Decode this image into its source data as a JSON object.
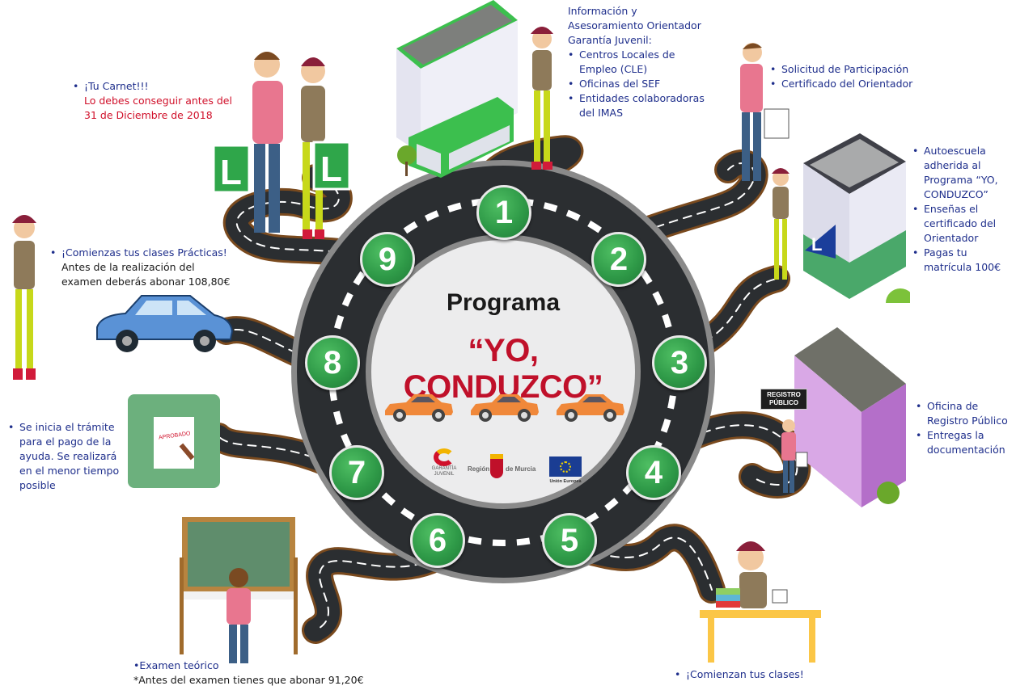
{
  "program": {
    "title_line1": "Programa",
    "title_line2": "“YO, CONDUZCO”"
  },
  "steps": [
    {
      "number": "1"
    },
    {
      "number": "2"
    },
    {
      "number": "3"
    },
    {
      "number": "4"
    },
    {
      "number": "5"
    },
    {
      "number": "6"
    },
    {
      "number": "7"
    },
    {
      "number": "8"
    },
    {
      "number": "9"
    }
  ],
  "step1": {
    "heading_lines": [
      "Información y",
      "Asesoramiento Orientador",
      "Garantía Juvenil:"
    ],
    "items": [
      "Centros Locales de Empleo (CLE)",
      "Oficinas del SEF",
      "Entidades colaboradoras del IMAS"
    ]
  },
  "step2": {
    "items": [
      "Solicitud de Participación",
      "Certificado del Orientador"
    ]
  },
  "step3": {
    "items": [
      "Autoescuela adherida al Programa “YO, CONDUZCO”",
      "Enseñas el certificado del Orientador",
      "Pagas tu matrícula 100€"
    ]
  },
  "step4": {
    "items": [
      "Oficina de Registro Público",
      "Entregas la documentación"
    ],
    "sign": "REGISTRO PÚBLICO"
  },
  "step5": {
    "items": [
      "¡Comienzan tus clases!"
    ]
  },
  "step6": {
    "bullet": "•Examen teórico",
    "note": "*Antes del examen tienes que abonar 91,20€"
  },
  "step7": {
    "items": [
      "Se inicia el trámite para el pago de la ayuda. Se realizará en el menor tiempo posible"
    ],
    "stamp_text": "APROBADO"
  },
  "step8": {
    "items": [
      "¡Comienzas tus clases Prácticas!"
    ],
    "note": "Antes de la realización del examen deberás abonar 108,80€"
  },
  "step9": {
    "items": [
      "¡Tu Carnet!!!"
    ],
    "note": "Lo debes conseguir antes del 31 de Diciembre de 2018"
  },
  "logos": {
    "garantia": "GARANTÍA JUVENIL",
    "region_left": "Región",
    "region_right": "de Murcia",
    "eu": "Unión Europea"
  },
  "colors": {
    "text_blue": "#1f2f8c",
    "title_red": "#c0102a",
    "badge_green": "#2f9a48",
    "road": "#2b2e31",
    "center_bg": "#ececed",
    "car_orange": "#f0883a"
  }
}
